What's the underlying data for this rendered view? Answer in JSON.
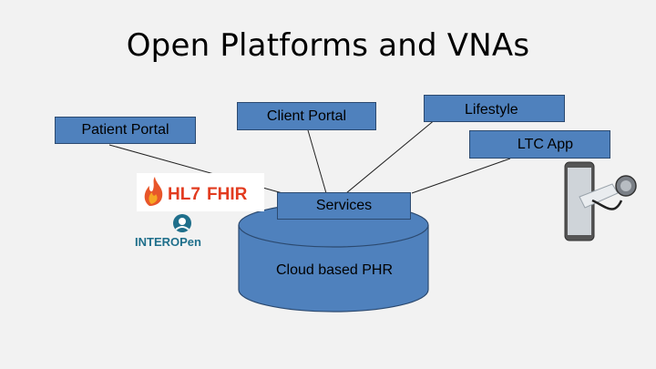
{
  "title": "Open Platforms and VNAs",
  "nodes": {
    "patient_portal": "Patient Portal",
    "client_portal": "Client Portal",
    "lifestyle": "Lifestyle",
    "ltc_app": "LTC App",
    "services": "Services",
    "database": "Cloud based PHR"
  },
  "logos": {
    "fhir": "HL7 FHIR",
    "interopen": "INTEROPen"
  },
  "colors": {
    "box_fill": "#4f81bd",
    "box_border": "#2c4a70",
    "background": "#f2f2f2",
    "line": "#222222"
  },
  "icons": [
    "hl7-fhir-logo",
    "interopen-logo",
    "phone-stethoscope-icon"
  ]
}
